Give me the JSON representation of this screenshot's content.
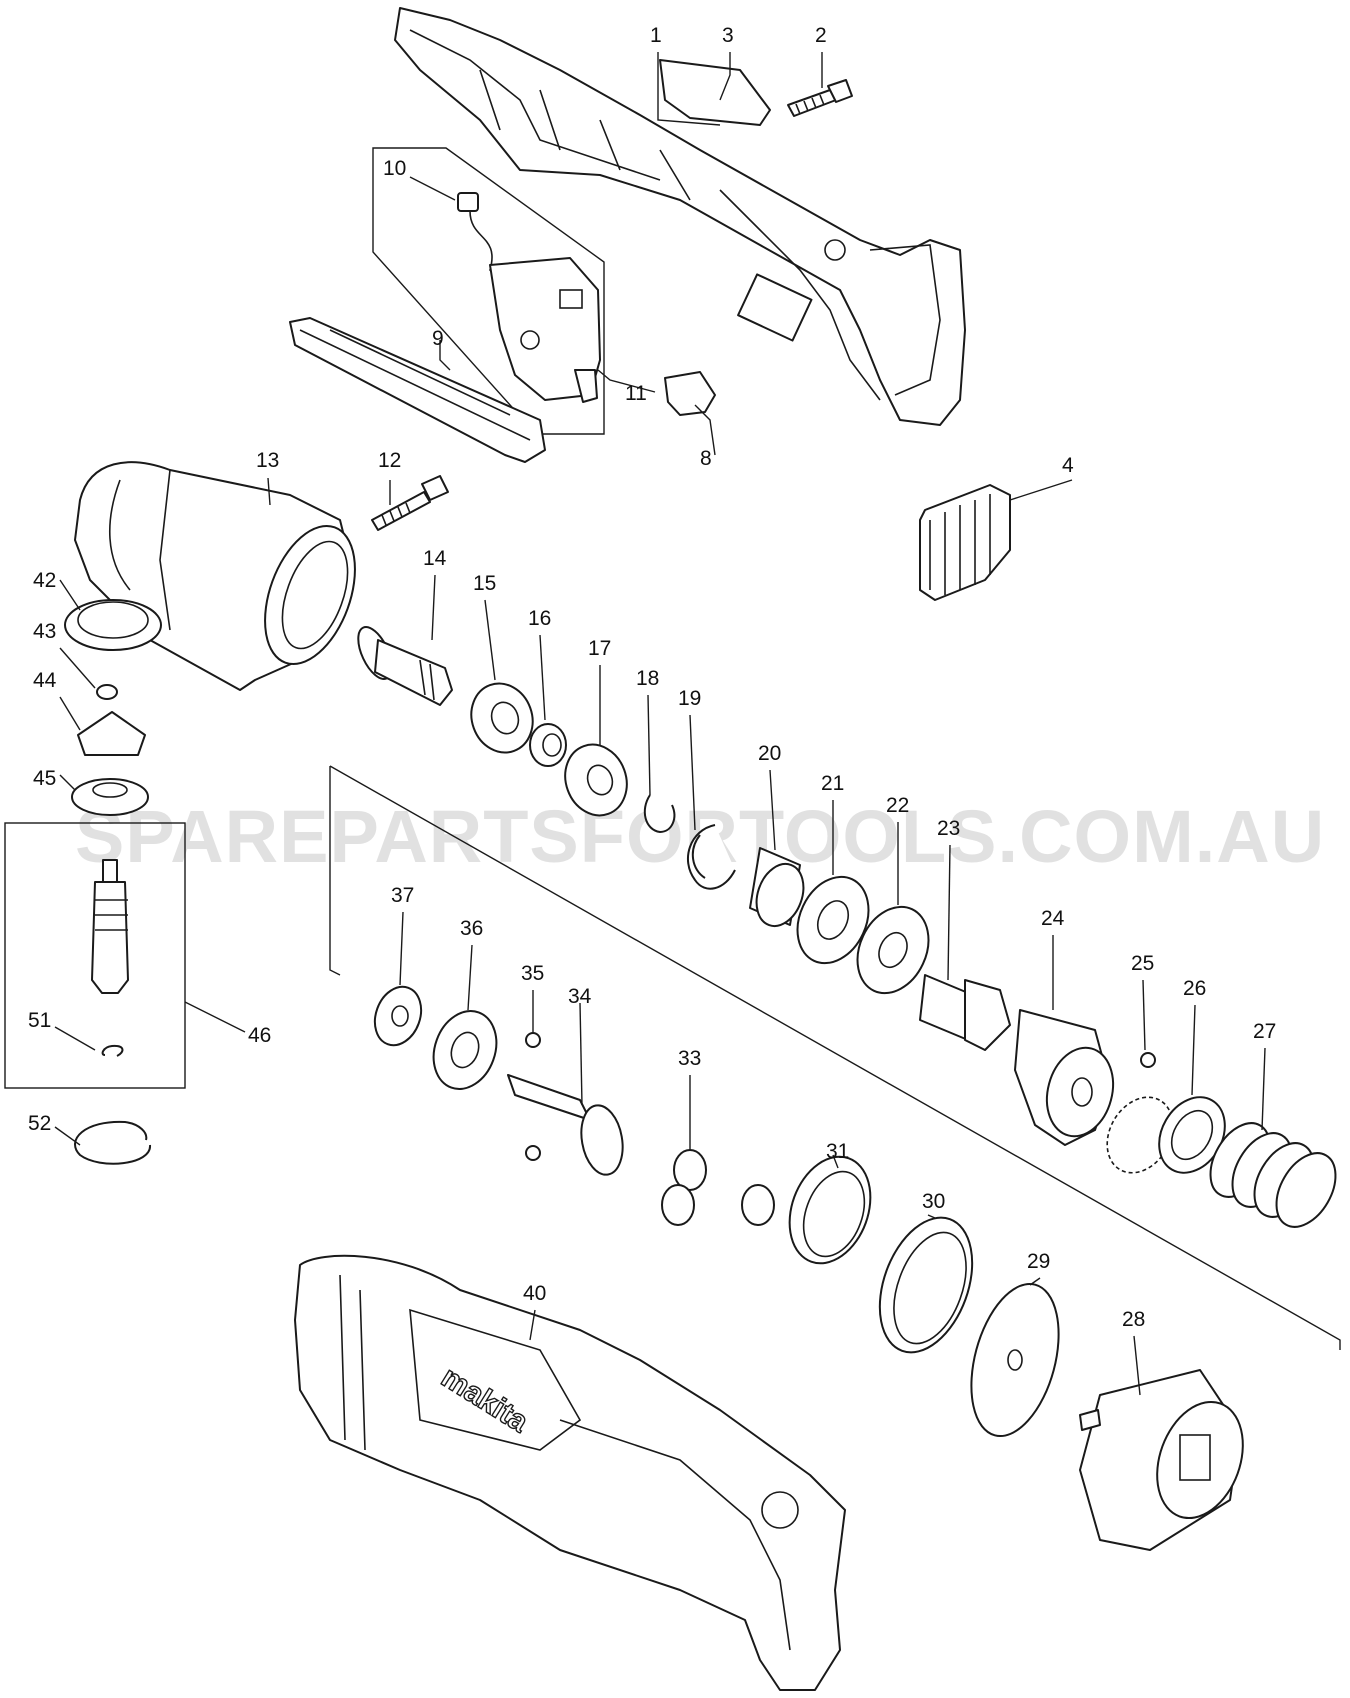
{
  "watermark": "SPAREPARTSFORTOOLS.COM.AU",
  "logo": "makita",
  "callouts": [
    "1",
    "2",
    "3",
    "4",
    "8",
    "9",
    "10",
    "11",
    "12",
    "13",
    "14",
    "15",
    "16",
    "17",
    "18",
    "19",
    "20",
    "21",
    "22",
    "23",
    "24",
    "25",
    "26",
    "27",
    "28",
    "29",
    "30",
    "31",
    "33",
    "34",
    "35",
    "36",
    "37",
    "40",
    "42",
    "43",
    "44",
    "45",
    "46",
    "51",
    "52"
  ]
}
